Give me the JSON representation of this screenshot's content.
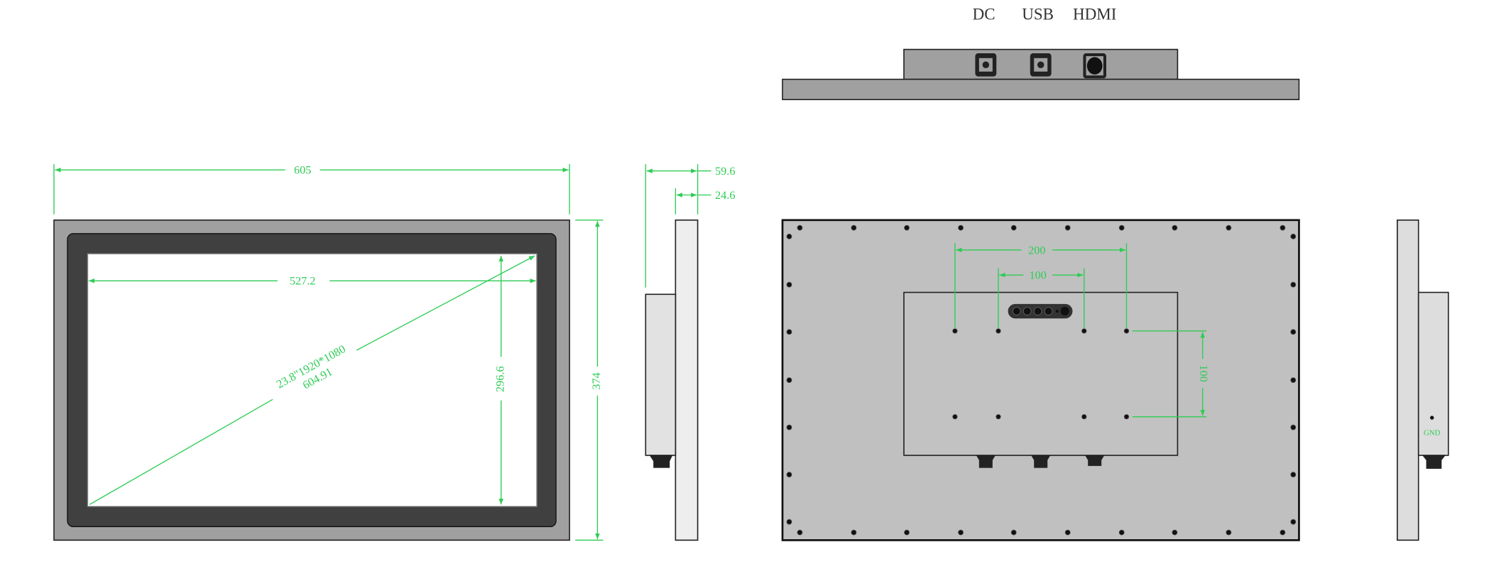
{
  "port_labels": {
    "dc": "DC",
    "usb": "USB",
    "hdmi": "HDMI"
  },
  "front_view": {
    "overall_width": "605",
    "overall_height": "374",
    "active_width": "527.2",
    "active_height": "296.6",
    "diagonal_spec": "23.8\"1920*1080",
    "diagonal_length": "604.91"
  },
  "side_view": {
    "total_depth": "59.6",
    "panel_depth": "24.6"
  },
  "rear_view": {
    "vesa_outer": "200",
    "vesa_inner": "100",
    "vesa_vertical": "100"
  },
  "right_side_view": {
    "ground_label": "GND"
  },
  "colors": {
    "dimension": "#2ecc55",
    "housing": "#a0a0a0",
    "rear": "#c0c0c0",
    "bezel": "#404040"
  }
}
